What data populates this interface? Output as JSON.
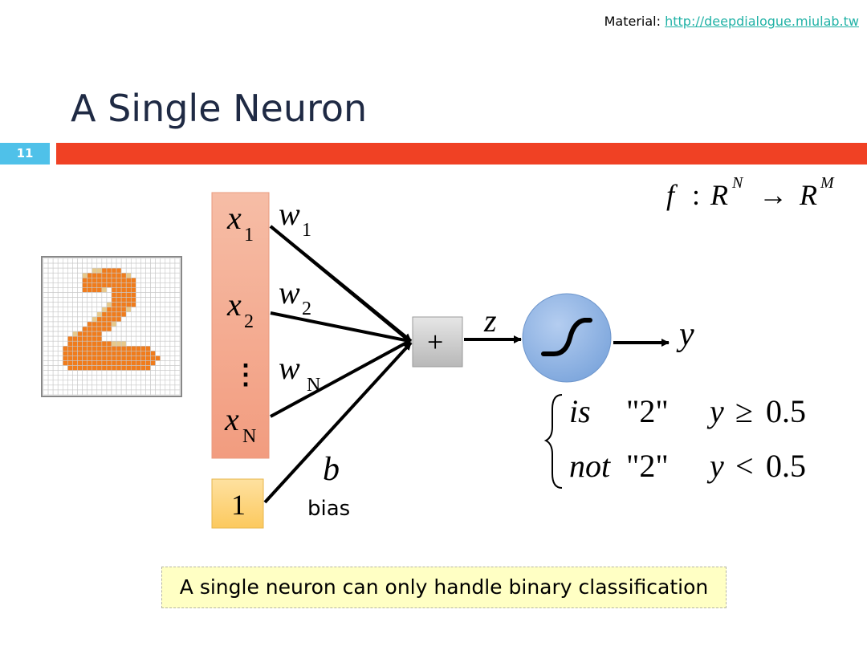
{
  "header": {
    "material_label": "Material:",
    "material_link": "http://deepdialogue.miulab.tw",
    "title": "A Single Neuron",
    "slide_number": "11"
  },
  "formula": {
    "f": "f",
    "colon": ":",
    "domain": "R",
    "domain_sup": "N",
    "arrow": "→",
    "codomain": "R",
    "codomain_sup": "M"
  },
  "inputs": [
    {
      "var": "x",
      "sub": "1"
    },
    {
      "var": "x",
      "sub": "2"
    },
    {
      "var": "⋮",
      "sub": ""
    },
    {
      "var": "x",
      "sub": "N"
    }
  ],
  "weights": [
    {
      "var": "w",
      "sub": "1"
    },
    {
      "var": "w",
      "sub": "2"
    },
    {
      "var": "w",
      "sub": "N"
    }
  ],
  "bias_input": "1",
  "bias_var": "b",
  "bias_label": "bias",
  "sum_symbol": "+",
  "z_label": "z",
  "activation_symbol": "∫",
  "output_label": "y",
  "decision": {
    "row1": {
      "class": "is",
      "value": "\"2\"",
      "cond_var": "y",
      "cond_op": "≥",
      "cond_val": "0.5"
    },
    "row2": {
      "class": "not",
      "value": "\"2\"",
      "cond_var": "y",
      "cond_op": "<",
      "cond_val": "0.5"
    }
  },
  "caption": "A single neuron can only handle binary classification",
  "colors": {
    "accent_red": "#f04124",
    "slide_num_blue": "#4fc1e9",
    "input_box": "#f4a98e",
    "bias_box": "#fdd27a",
    "sigmoid_fill": "#8fb4e3",
    "digit_orange": "#f07c1c",
    "digit_tan": "#e8c98a"
  }
}
